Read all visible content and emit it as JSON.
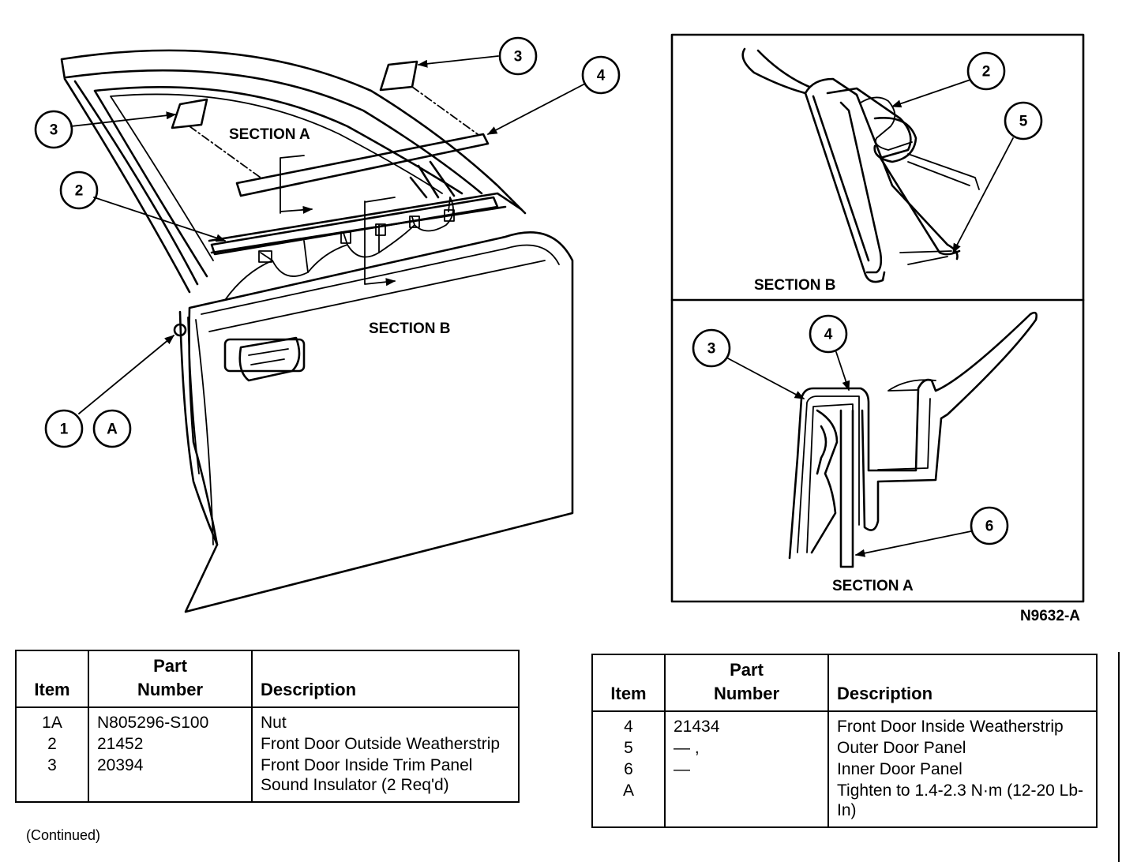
{
  "diagram": {
    "main_labels": {
      "section_a": "SECTION A",
      "section_b": "SECTION B"
    },
    "inset_labels": {
      "section_b": "SECTION B",
      "section_a": "SECTION A"
    },
    "reference_code": "N9632-A",
    "callouts": {
      "c3_top": "3",
      "c4_top": "4",
      "c3_left": "3",
      "c2_left": "2",
      "c1": "1",
      "cA": "A",
      "b2": "2",
      "b5": "5",
      "a3": "3",
      "a4": "4",
      "a6": "6"
    }
  },
  "table_left": {
    "headers": {
      "item": "Item",
      "part_line1": "Part",
      "part_line2": "Number",
      "description": "Description"
    },
    "rows": [
      {
        "item": "1A",
        "part": "N805296-S100",
        "description": "Nut"
      },
      {
        "item": "2",
        "part": "21452",
        "description": "Front Door Outside Weatherstrip"
      },
      {
        "item": "3",
        "part": "20394",
        "description": "Front Door Inside Trim Panel Sound Insulator (2 Req'd)"
      }
    ]
  },
  "table_right": {
    "headers": {
      "item": "Item",
      "part_line1": "Part",
      "part_line2": "Number",
      "description": "Description"
    },
    "rows": [
      {
        "item": "4",
        "part": "21434",
        "description": "Front Door Inside Weatherstrip"
      },
      {
        "item": "5",
        "part": "— ,",
        "description": "Outer Door Panel"
      },
      {
        "item": "6",
        "part": "—",
        "description": "Inner Door Panel"
      },
      {
        "item": "A",
        "part": "",
        "description": "Tighten to 1.4-2.3 N·m (12-20 Lb-In)"
      }
    ]
  },
  "footnote": "(Continued)"
}
